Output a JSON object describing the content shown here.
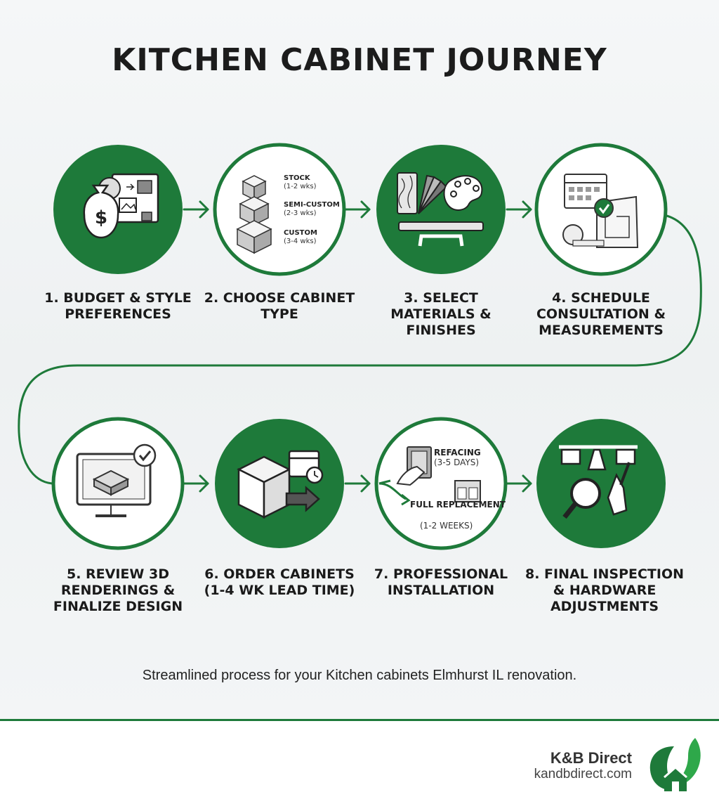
{
  "title": "KITCHEN CABINET JOURNEY",
  "steps": [
    {
      "label": "1. BUDGET & STYLE PREFERENCES",
      "icon": "money-bag-icon"
    },
    {
      "label": "2. CHOOSE CABINET TYPE",
      "icon": "cabinet-boxes-icon",
      "options": [
        {
          "name": "STOCK",
          "time": "(1-2 wks)"
        },
        {
          "name": "SEMI-CUSTOM",
          "time": "(2-3 wks)"
        },
        {
          "name": "CUSTOM",
          "time": "(3-4 wks)"
        }
      ]
    },
    {
      "label": "3. SELECT MATERIALS & FINISHES",
      "icon": "swatch-palette-icon"
    },
    {
      "label": "4. SCHEDULE CONSULTATION & MEASUREMENTS",
      "icon": "calendar-blueprint-icon"
    },
    {
      "label": "5. REVIEW 3D RENDERINGS & FINALIZE DESIGN",
      "icon": "monitor-3d-icon"
    },
    {
      "label": "6. ORDER CABINETS (1-4 WK LEAD TIME)",
      "icon": "shipping-box-icon"
    },
    {
      "label": "7. PROFESSIONAL INSTALLATION",
      "icon": "installation-icon",
      "options": [
        {
          "name": "REFACING",
          "time": "(3-5 DAYS)"
        },
        {
          "name": "FULL REPLACEMENT",
          "time": "(1-2 WEEKS)"
        }
      ]
    },
    {
      "label": "8. FINAL INSPECTION & HARDWARE ADJUSTMENTS",
      "icon": "inspection-icon"
    }
  ],
  "caption": "Streamlined process for your Kitchen cabinets Elmhurst IL renovation.",
  "brand": {
    "name": "K&B Direct",
    "url": "kandbdirect.com"
  },
  "colors": {
    "accent": "#1e7a3a",
    "text": "#1a1a1a",
    "background": "#f2f4f5"
  }
}
